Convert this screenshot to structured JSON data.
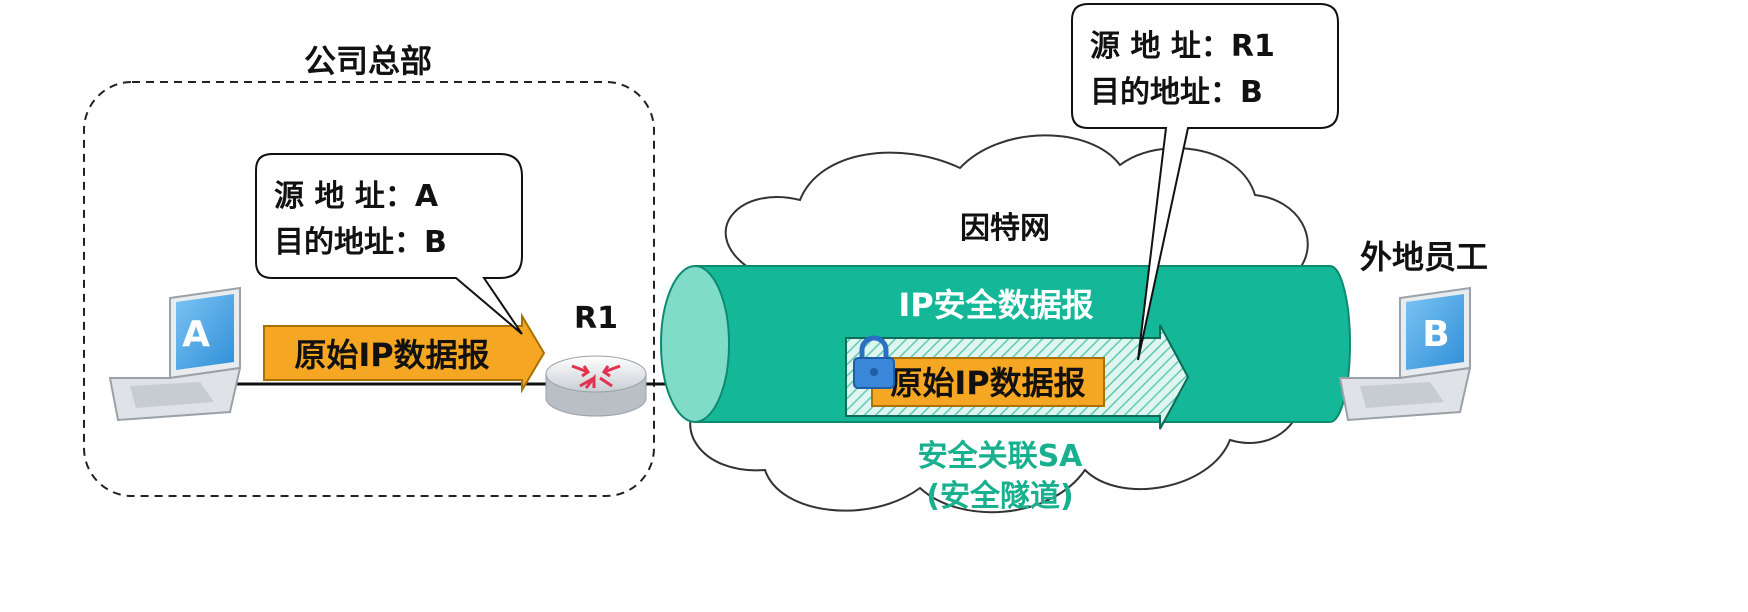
{
  "hq": {
    "title": "公司总部"
  },
  "host_a": {
    "label": "A"
  },
  "host_b": {
    "label": "B",
    "caption": "外地员工"
  },
  "router": {
    "label": "R1"
  },
  "internet": {
    "label": "因特网"
  },
  "packet_left": {
    "text": "原始IP数据报"
  },
  "packet_inner": {
    "text": "原始IP数据报"
  },
  "tunnel": {
    "label": "IP安全数据报",
    "caption_line1": "安全关联SA",
    "caption_line2": "(安全隧道)"
  },
  "callout_left": {
    "src_key": "源 地 址：",
    "src_val": "A",
    "dst_key": "目的地址：",
    "dst_val": "B"
  },
  "callout_right": {
    "src_key": "源 地 址：",
    "src_val": "R1",
    "dst_key": "目的地址：",
    "dst_val": "B"
  },
  "colors": {
    "tunnel": "#14b898",
    "tunnel_dark": "#0e9a7e",
    "tunnel_end": "#8ee0cf",
    "packet": "#f5a623",
    "packet_border": "#a87100",
    "tunnel_text": "#ffffff",
    "sa_text": "#19b08f",
    "laptop_screen": "#4aa6e8"
  }
}
